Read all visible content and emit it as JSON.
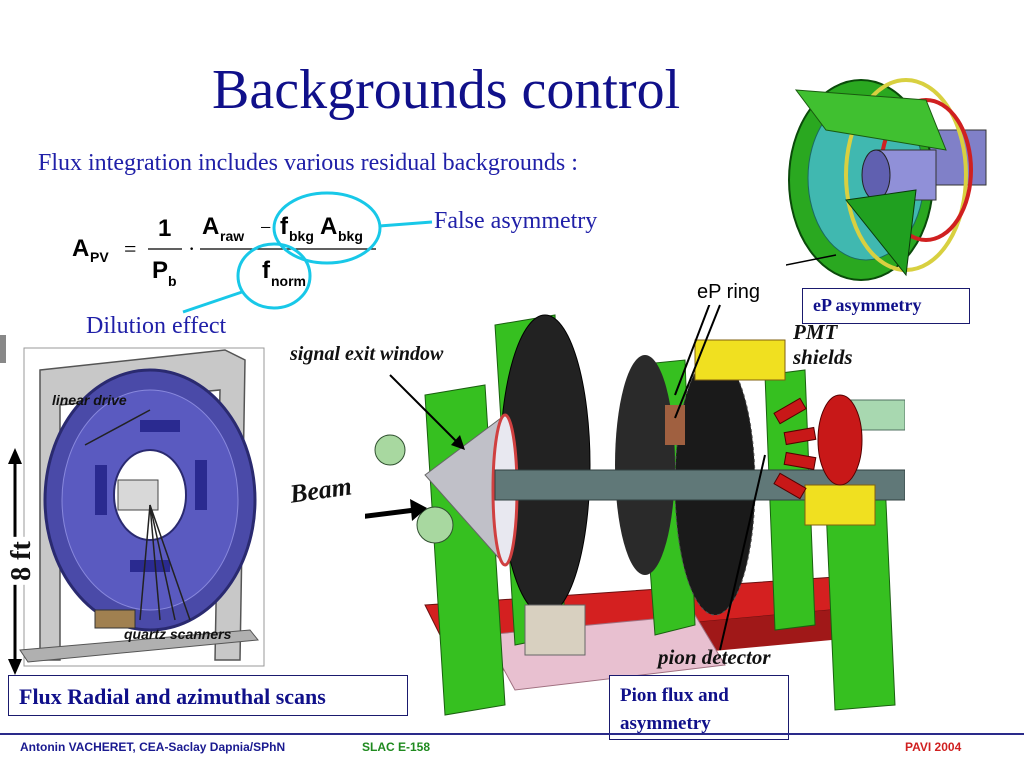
{
  "slide": {
    "title": "Backgrounds control",
    "intro": "Flux integration includes various residual backgrounds :",
    "callouts": {
      "false_asymmetry": "False asymmetry",
      "dilution_effect": "Dilution effect"
    },
    "formula": {
      "lhs_main": "A",
      "lhs_sub": "PV",
      "eq": "=",
      "frac1_num": "1",
      "frac1_den_main": "P",
      "frac1_den_sub": "b",
      "dot": "·",
      "a_raw_main": "A",
      "a_raw_sub": "raw",
      "minus": "−",
      "f_bkg_main": "f",
      "f_bkg_sub": "bkg",
      "a_bkg_main": "A",
      "a_bkg_sub": "bkg",
      "f_norm_main": "f",
      "f_norm_sub": "norm"
    },
    "boxes": {
      "flux_scans": "Flux Radial and azimuthal scans",
      "pion_flux_line1": "Pion flux and",
      "pion_flux_line2": "asymmetry",
      "ep_asymmetry": "eP asymmetry"
    },
    "labels": {
      "ep_ring": "eP ring",
      "signal_exit_window": "signal exit window",
      "beam": "Beam",
      "pmt_line1": "PMT",
      "pmt_line2": "shields",
      "pion_detector": "pion detector",
      "linear_drive": "linear drive",
      "quartz_scanners": "quartz scanners",
      "eight_ft": "8 ft"
    },
    "footer": {
      "author": "Antonin VACHERET,  CEA-Saclay  Dapnia/SPhN",
      "experiment": "SLAC E-158",
      "conference": "PAVI 2004"
    },
    "colors": {
      "title": "#10108a",
      "text_blue": "#2020a8",
      "callout_cyan": "#18c8e8",
      "footer_green": "#1f8a1f",
      "footer_red": "#d02020"
    }
  }
}
